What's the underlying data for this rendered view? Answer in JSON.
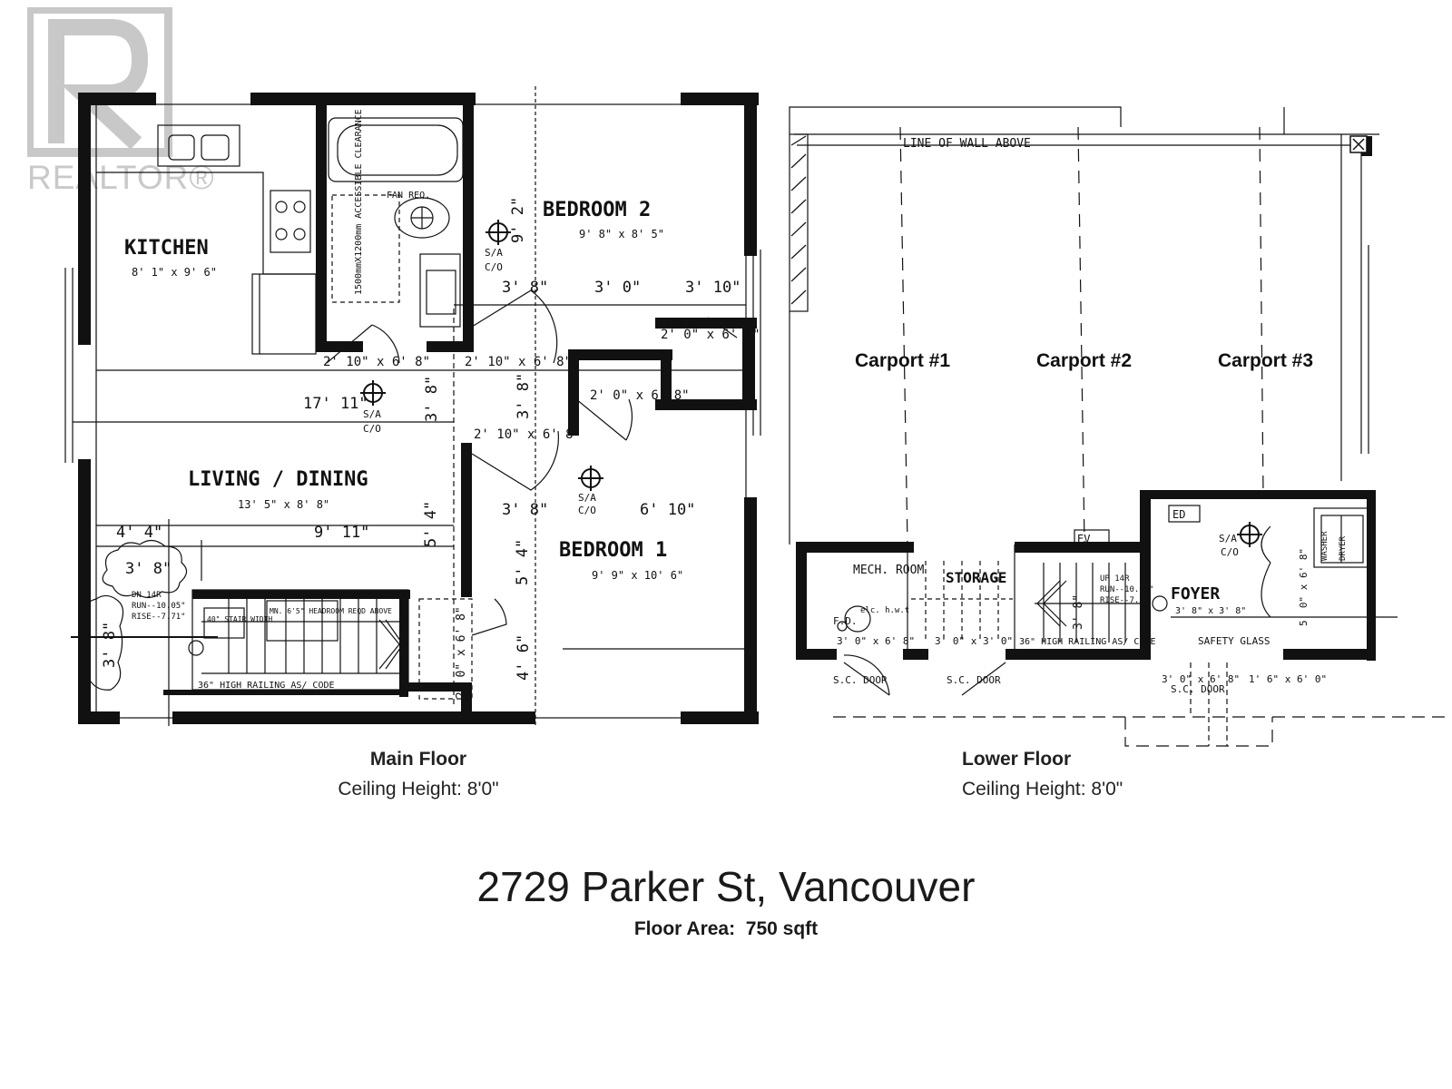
{
  "watermark": {
    "text": "REALTOR®",
    "color": "#c8c8c8"
  },
  "main_floor": {
    "rooms": [
      {
        "name": "KITCHEN",
        "dims": "8' 1\" x 9' 6\""
      },
      {
        "name": "BEDROOM 2",
        "dims": "9' 8\" x 8' 5\""
      },
      {
        "name": "LIVING / DINING",
        "dims": "13' 5\" x 8' 8\""
      },
      {
        "name": "BEDROOM 1",
        "dims": "9' 9\" x 10' 6\""
      }
    ],
    "notes": {
      "fan": "FAN REQ.",
      "clearance": "1500mmX1200mm ACCESSIBLE CLEARANCE",
      "sa1": "S/A",
      "co1": "C/O",
      "sa2": "S/A",
      "co2": "C/O",
      "sa3": "S/A",
      "co3": "C/O",
      "dn": "DN 14R",
      "run": "RUN--10.05\"",
      "rise": "RISE--7.71\"",
      "stair_width": "40\" STAIR WIDTH",
      "headroom": "MN. 6'5\" HEADROOM REQD ABOVE",
      "railing": "36\" HIGH RAILING AS/ CODE"
    },
    "dims": {
      "door1": "2' 10\" x 6' 8\"",
      "door2": "2' 10\" x 6' 8\"",
      "door3": "2' 0\" x 6' 8\"",
      "door4": "2' 0\" x 6' 8\"",
      "door5": "2' 10\" x 6' 8\"",
      "w1": "3' 8\"",
      "w2": "3' 0\"",
      "w3": "3' 10\"",
      "d9_2": "9' 2\"",
      "d17_11": "17' 11\"",
      "d3_8a": "3' 8\"",
      "d3_8b": "3' 8\"",
      "d3_8c": "3' 8\"",
      "d6_10": "6' 10\"",
      "d4_4": "4' 4\"",
      "d9_11": "9' 11\"",
      "d5_4a": "5' 4\"",
      "d5_4b": "5' 4\"",
      "d3_8d": "3' 8\"",
      "d3_8e": "3' 8\"",
      "d4_6": "4' 6\"",
      "d2_0": "2' 0\" x 6' 8\""
    },
    "caption_title": "Main Floor",
    "caption_sub": "Ceiling Height: 8'0\""
  },
  "lower_floor": {
    "carports": [
      "Carport #1",
      "Carport #2",
      "Carport #3"
    ],
    "line_of_wall": "LINE OF WALL ABOVE",
    "ev": "EV",
    "ed": "ED",
    "rooms": [
      {
        "name": "MECH. ROOM"
      },
      {
        "name": "STORAGE"
      },
      {
        "name": "FOYER",
        "dims": "3' 8\" x 3' 8\""
      }
    ],
    "notes": {
      "fd": "F.D.",
      "hwt": "elc. h.w.t",
      "up": "UP 14R",
      "run": "RUN--10.05\"",
      "rise": "RISE--7.7\"",
      "railing": "36\" HIGH RAILING AS/ CODE",
      "safety": "SAFETY GLASS",
      "washer": "WASHER",
      "dryer": "DRYER",
      "sa": "S/A",
      "co": "C/O",
      "sc1": "S.C. DOOR",
      "sc2": "S.C. DOOR",
      "sc3": "S.C. DOOR",
      "d1": "3' 0\" x 6' 8\"",
      "d2": "3' 0\" x 3' 0\"",
      "d3": "3' 0\" x 6' 8\"",
      "d4": "1' 6\" x 6' 0\"",
      "d5": "5' 0\" x 6' 8\"",
      "d6": "3' 8\""
    },
    "caption_title": "Lower Floor",
    "caption_sub": "Ceiling Height: 8'0\""
  },
  "address": "2729 Parker St, Vancouver",
  "floor_area_label": "Floor Area:",
  "floor_area_value": "750 sqft"
}
